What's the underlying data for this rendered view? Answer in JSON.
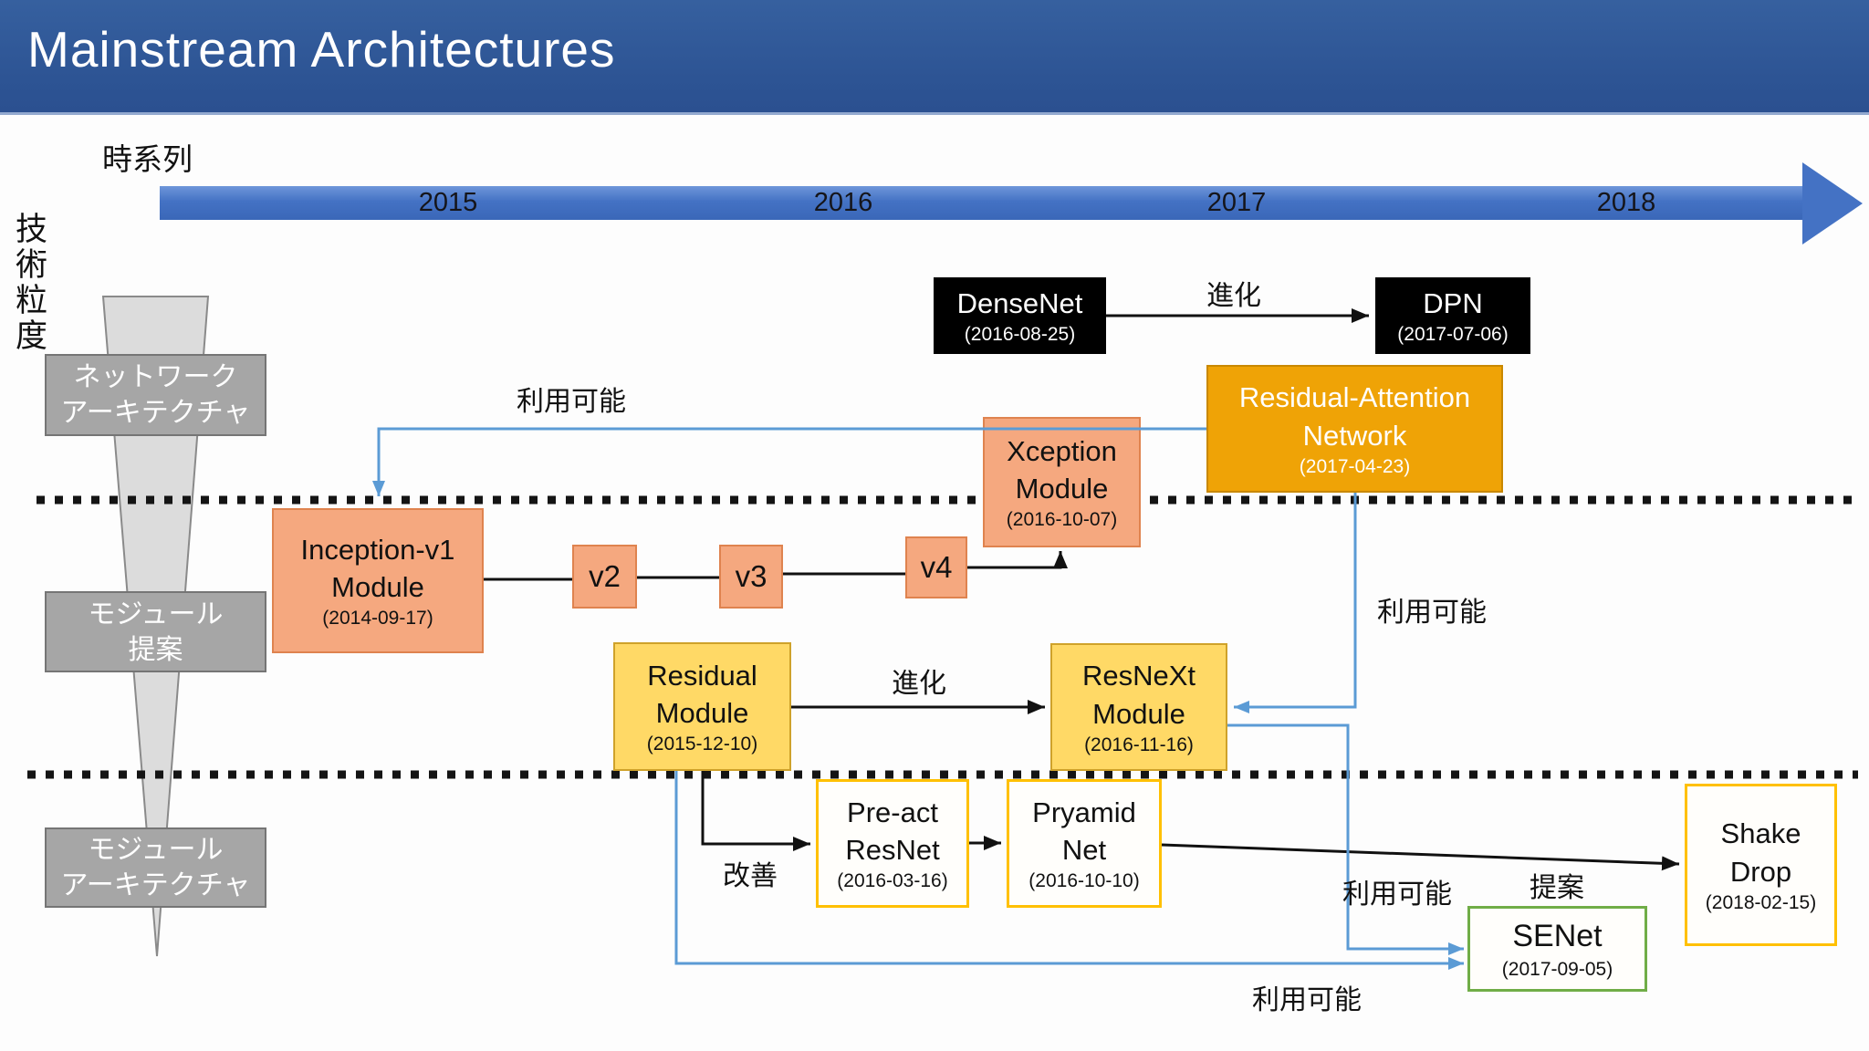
{
  "title": "Mainstream Architectures",
  "timeline": {
    "label": "時系列",
    "years": [
      "2015",
      "2016",
      "2017",
      "2018"
    ]
  },
  "granularity": {
    "label": "技術粒度",
    "levels": [
      {
        "line1": "ネットワーク",
        "line2": "アーキテクチャ"
      },
      {
        "line1": "モジュール",
        "line2": "提案"
      },
      {
        "line1": "モジュール",
        "line2": "アーキテクチャ"
      }
    ]
  },
  "nodes": {
    "densenet": {
      "name": "DenseNet",
      "date": "(2016-08-25)"
    },
    "dpn": {
      "name": "DPN",
      "date": "(2017-07-06)"
    },
    "ran": {
      "line1": "Residual-Attention",
      "line2": "Network",
      "date": "(2017-04-23)"
    },
    "xception": {
      "line1": "Xception",
      "line2": "Module",
      "date": "(2016-10-07)"
    },
    "inception": {
      "line1": "Inception-v1",
      "line2": "Module",
      "date": "(2014-09-17)"
    },
    "v2": {
      "name": "v2"
    },
    "v3": {
      "name": "v3"
    },
    "v4": {
      "name": "v4"
    },
    "residual": {
      "line1": "Residual",
      "line2": "Module",
      "date": "(2015-12-10)"
    },
    "resnext": {
      "line1": "ResNeXt",
      "line2": "Module",
      "date": "(2016-11-16)"
    },
    "preact": {
      "line1": "Pre-act",
      "line2": "ResNet",
      "date": "(2016-03-16)"
    },
    "pyramid": {
      "line1": "Pryamid",
      "line2": "Net",
      "date": "(2016-10-10)"
    },
    "shakedrop": {
      "line1": "Shake",
      "line2": "Drop",
      "date": "(2018-02-15)"
    },
    "senet": {
      "name": "SENet",
      "date": "(2017-09-05)"
    }
  },
  "edge_labels": {
    "evolution_top": "進化",
    "evolution_mid": "進化",
    "improvement": "改善",
    "proposal": "提案",
    "available_top": "利用可能",
    "available_right": "利用可能",
    "available_mid": "利用可能",
    "available_bottom": "利用可能"
  },
  "colors": {
    "title_bar": "#2f5596",
    "timeline_blue": "#4472c4",
    "black_node": "#000000",
    "orange_node": "#efa306",
    "salmon_node": "#f5a87f",
    "amber_node": "#ffd966",
    "gold_border": "#ffc000",
    "green_border": "#70ad47",
    "gray_level_box": "#a6a6a6",
    "connector_blue": "#5b9bd5",
    "connector_black": "#111111"
  }
}
